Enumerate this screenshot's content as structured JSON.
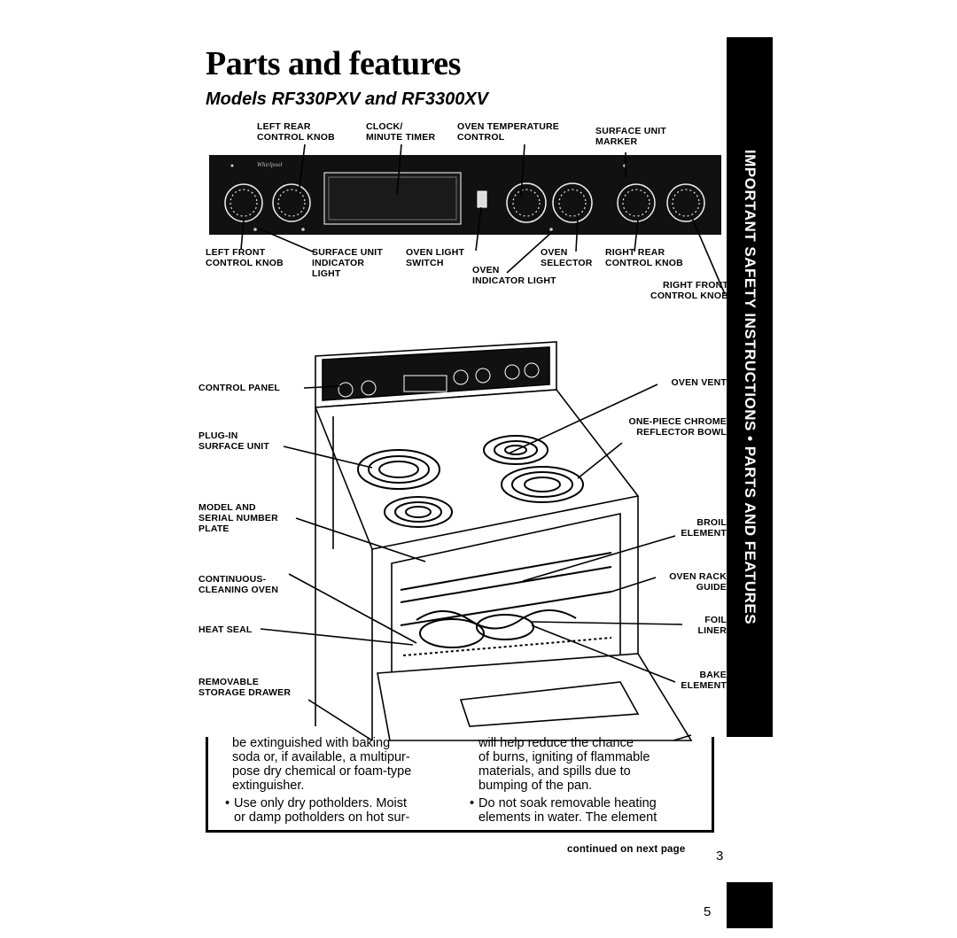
{
  "title": "Parts and features",
  "subtitle": "Models RF330PXV and RF3300XV",
  "sidebar_text": "IMPORTANT SAFETY INSTRUCTIONS • PARTS AND FEATURES",
  "brand": "Whirlpool",
  "panel_labels": {
    "left_rear_knob": "LEFT REAR\nCONTROL KNOB",
    "clock_timer": "CLOCK/\nMINUTE TIMER",
    "oven_temp_control": "OVEN TEMPERATURE\nCONTROL",
    "surface_unit_marker": "SURFACE UNIT\nMARKER",
    "left_front_knob": "LEFT FRONT\nCONTROL KNOB",
    "surface_indicator_light": "SURFACE UNIT\nINDICATOR\nLIGHT",
    "oven_light_switch": "OVEN LIGHT\nSWITCH",
    "oven_indicator_light": "OVEN\nINDICATOR LIGHT",
    "oven_selector": "OVEN\nSELECTOR",
    "right_rear_knob": "RIGHT REAR\nCONTROL KNOB",
    "right_front_knob": "RIGHT FRONT\nCONTROL KNOB"
  },
  "range_labels": {
    "control_panel": "CONTROL PANEL",
    "plug_in_surface_unit": "PLUG-IN\nSURFACE UNIT",
    "model_serial_plate": "MODEL AND\nSERIAL NUMBER\nPLATE",
    "continuous_cleaning_oven": "CONTINUOUS-\nCLEANING OVEN",
    "heat_seal": "HEAT SEAL",
    "storage_drawer": "REMOVABLE\nSTORAGE DRAWER",
    "oven_vent": "OVEN VENT",
    "chrome_bowl": "ONE-PIECE CHROME\nREFLECTOR BOWL",
    "broil_element": "BROIL\nELEMENT",
    "oven_rack_guide": "OVEN RACK\nGUIDE",
    "foil_liner": "FOIL\nLINER",
    "bake_element": "BAKE\nELEMENT"
  },
  "body_left": {
    "line1": "be extinguished with baking",
    "para1": "soda or, if available, a multipur-\npose dry chemical or foam-type\nextinguisher.",
    "bullet": "Use only dry potholders. Moist\nor damp potholders on hot sur-"
  },
  "body_right": {
    "line1": "will help reduce the chance",
    "para1": "of burns, igniting of flammable\nmaterials, and spills due to\nbumping of the pan.",
    "bullet": "Do not soak removable heating\nelements in water. The element"
  },
  "continued": "continued on next page",
  "page_number_inner": "3",
  "page_number": "5"
}
